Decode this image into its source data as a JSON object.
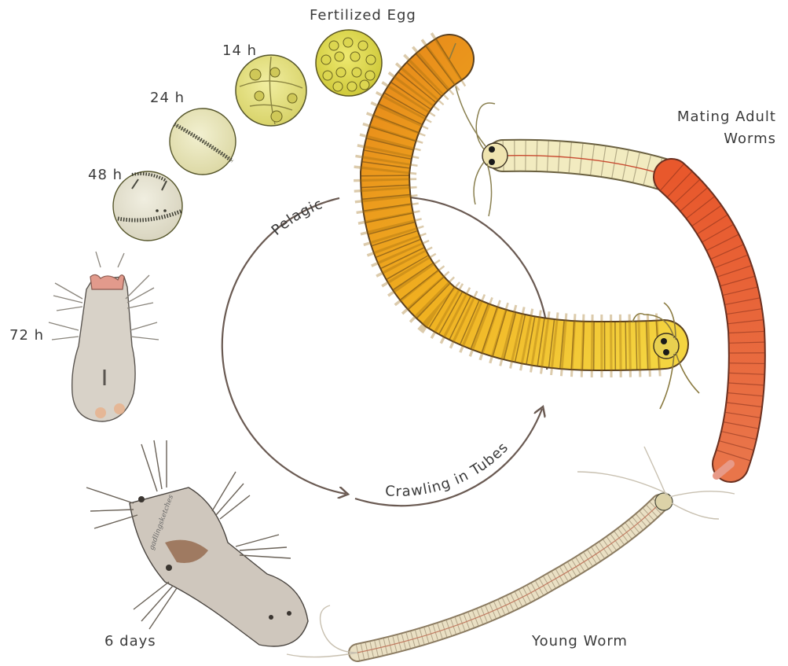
{
  "labels": {
    "fertilized_egg": "Fertilized Egg",
    "h14": "14 h",
    "h24": "24 h",
    "h48": "48 h",
    "h72": "72 h",
    "days6": "6 days",
    "young_worm": "Young Worm",
    "mating_line1": "Mating Adult",
    "mating_line2": "Worms"
  },
  "cycle": {
    "pelagic": "Pelagic",
    "crawling": "Crawling in Tubes"
  },
  "signature": "gadlingsketches",
  "colors": {
    "egg_yellow": "#e0dc5a",
    "egg_light": "#ece9a4",
    "larva_grey": "#d6d0c6",
    "worm_orange": "#e8a020",
    "worm_yellow": "#f2cc30",
    "worm_red": "#e05a30",
    "worm_pale": "#f1e7b8",
    "young_worm": "#e8dcc0",
    "arrow": "#6a5a52"
  }
}
